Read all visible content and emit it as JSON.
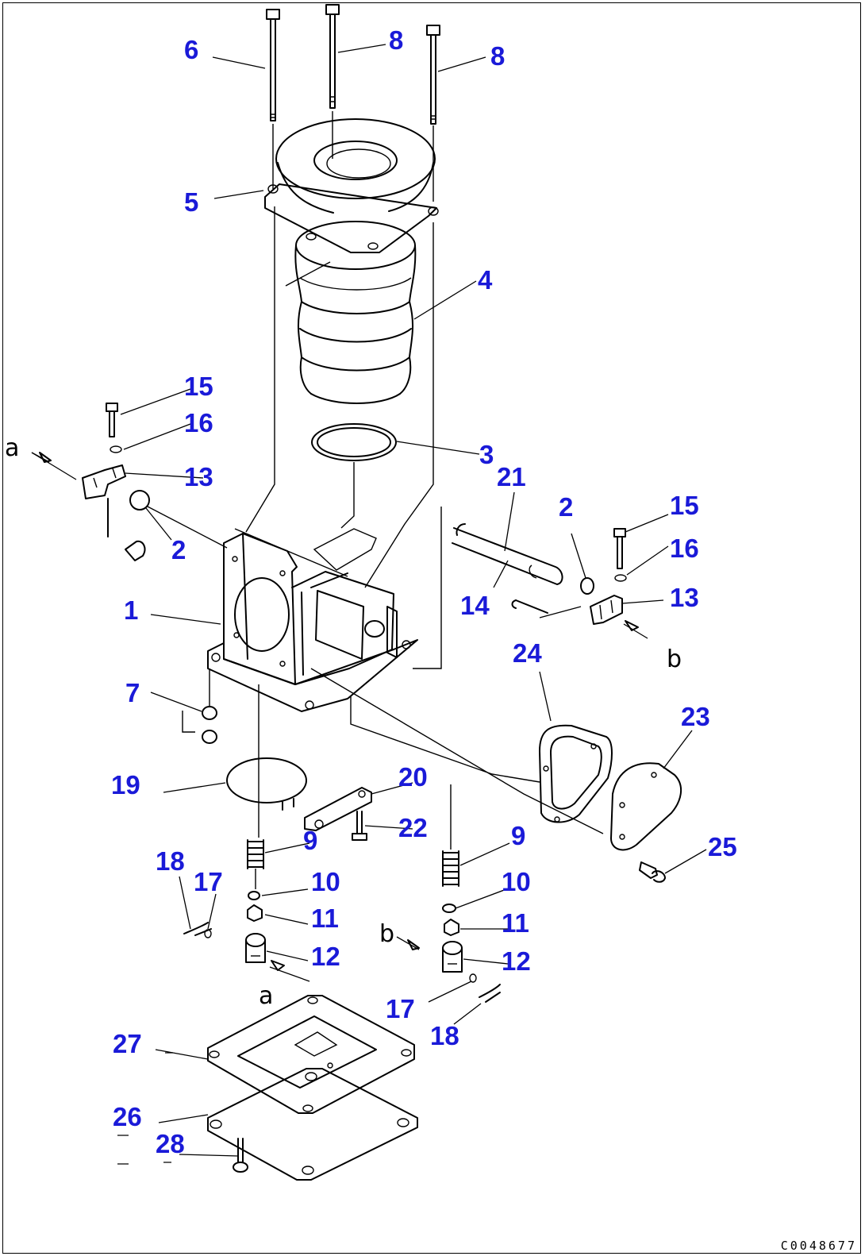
{
  "colors": {
    "callout": "#1a1ad8",
    "line": "#000000",
    "background": "#ffffff"
  },
  "callouts": [
    {
      "id": "c6",
      "text": "6"
    },
    {
      "id": "c8a",
      "text": "8"
    },
    {
      "id": "c8b",
      "text": "8"
    },
    {
      "id": "c5",
      "text": "5"
    },
    {
      "id": "c4",
      "text": "4"
    },
    {
      "id": "c15a",
      "text": "15"
    },
    {
      "id": "c16a",
      "text": "16"
    },
    {
      "id": "c13a",
      "text": "13"
    },
    {
      "id": "c2a",
      "text": "2"
    },
    {
      "id": "c3",
      "text": "3"
    },
    {
      "id": "c21",
      "text": "21"
    },
    {
      "id": "c2b",
      "text": "2"
    },
    {
      "id": "c15b",
      "text": "15"
    },
    {
      "id": "c16b",
      "text": "16"
    },
    {
      "id": "c13b",
      "text": "13"
    },
    {
      "id": "c14",
      "text": "14"
    },
    {
      "id": "c1",
      "text": "1"
    },
    {
      "id": "c24",
      "text": "24"
    },
    {
      "id": "c7",
      "text": "7"
    },
    {
      "id": "c23",
      "text": "23"
    },
    {
      "id": "c19",
      "text": "19"
    },
    {
      "id": "c20",
      "text": "20"
    },
    {
      "id": "c22",
      "text": "22"
    },
    {
      "id": "c9a",
      "text": "9"
    },
    {
      "id": "c9b",
      "text": "9"
    },
    {
      "id": "c25",
      "text": "25"
    },
    {
      "id": "c18a",
      "text": "18"
    },
    {
      "id": "c17a",
      "text": "17"
    },
    {
      "id": "c10a",
      "text": "10"
    },
    {
      "id": "c10b",
      "text": "10"
    },
    {
      "id": "c11a",
      "text": "11"
    },
    {
      "id": "c11b",
      "text": "11"
    },
    {
      "id": "c12a",
      "text": "12"
    },
    {
      "id": "c12b",
      "text": "12"
    },
    {
      "id": "c17b",
      "text": "17"
    },
    {
      "id": "c18b",
      "text": "18"
    },
    {
      "id": "c27",
      "text": "27"
    },
    {
      "id": "c26",
      "text": "26"
    },
    {
      "id": "c28",
      "text": "28"
    }
  ],
  "refs": [
    {
      "id": "ra1",
      "text": "a"
    },
    {
      "id": "rb1",
      "text": "b"
    },
    {
      "id": "rb2",
      "text": "b"
    },
    {
      "id": "ra2",
      "text": "a"
    }
  ],
  "drawing_code": "C0048677"
}
